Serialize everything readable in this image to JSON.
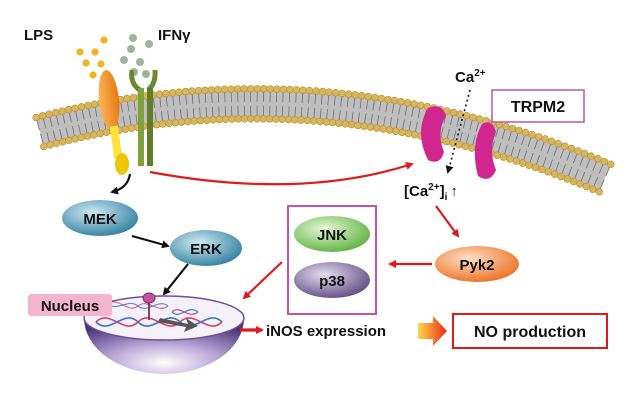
{
  "labels": {
    "lps": "LPS",
    "ifng": "IFNγ",
    "ca_ext": "Ca",
    "ca_ext_sup": "2+",
    "trpm2": "TRPM2",
    "ca_int_a": "[Ca",
    "ca_int_sup": "2+",
    "ca_int_b": "]",
    "ca_int_sub": "i",
    "ca_int_arrow": "↑",
    "mek": "MEK",
    "erk": "ERK",
    "jnk": "JNK",
    "p38": "p38",
    "pyk2": "Pyk2",
    "nucleus": "Nucleus",
    "inos": "iNOS expression",
    "no": "NO production"
  },
  "colors": {
    "red_arrow": "#e0191b",
    "black_arrow": "#111111",
    "membrane_head": "#d9b65c",
    "channel": "#d1258f",
    "lps_receptor": "#f28c1b",
    "ifng_receptor": "#7a9a3a",
    "mek_erk": "#3f8fae",
    "jnk": "#7ec95a",
    "p38": "#6e5a8e",
    "pyk2": "#f07f2d",
    "nucleus": "#6b4f9c",
    "nucleus_label_bg": "#f4b6cf",
    "box_border_pink": "#c0569f",
    "box_border_red": "#e0191b"
  }
}
